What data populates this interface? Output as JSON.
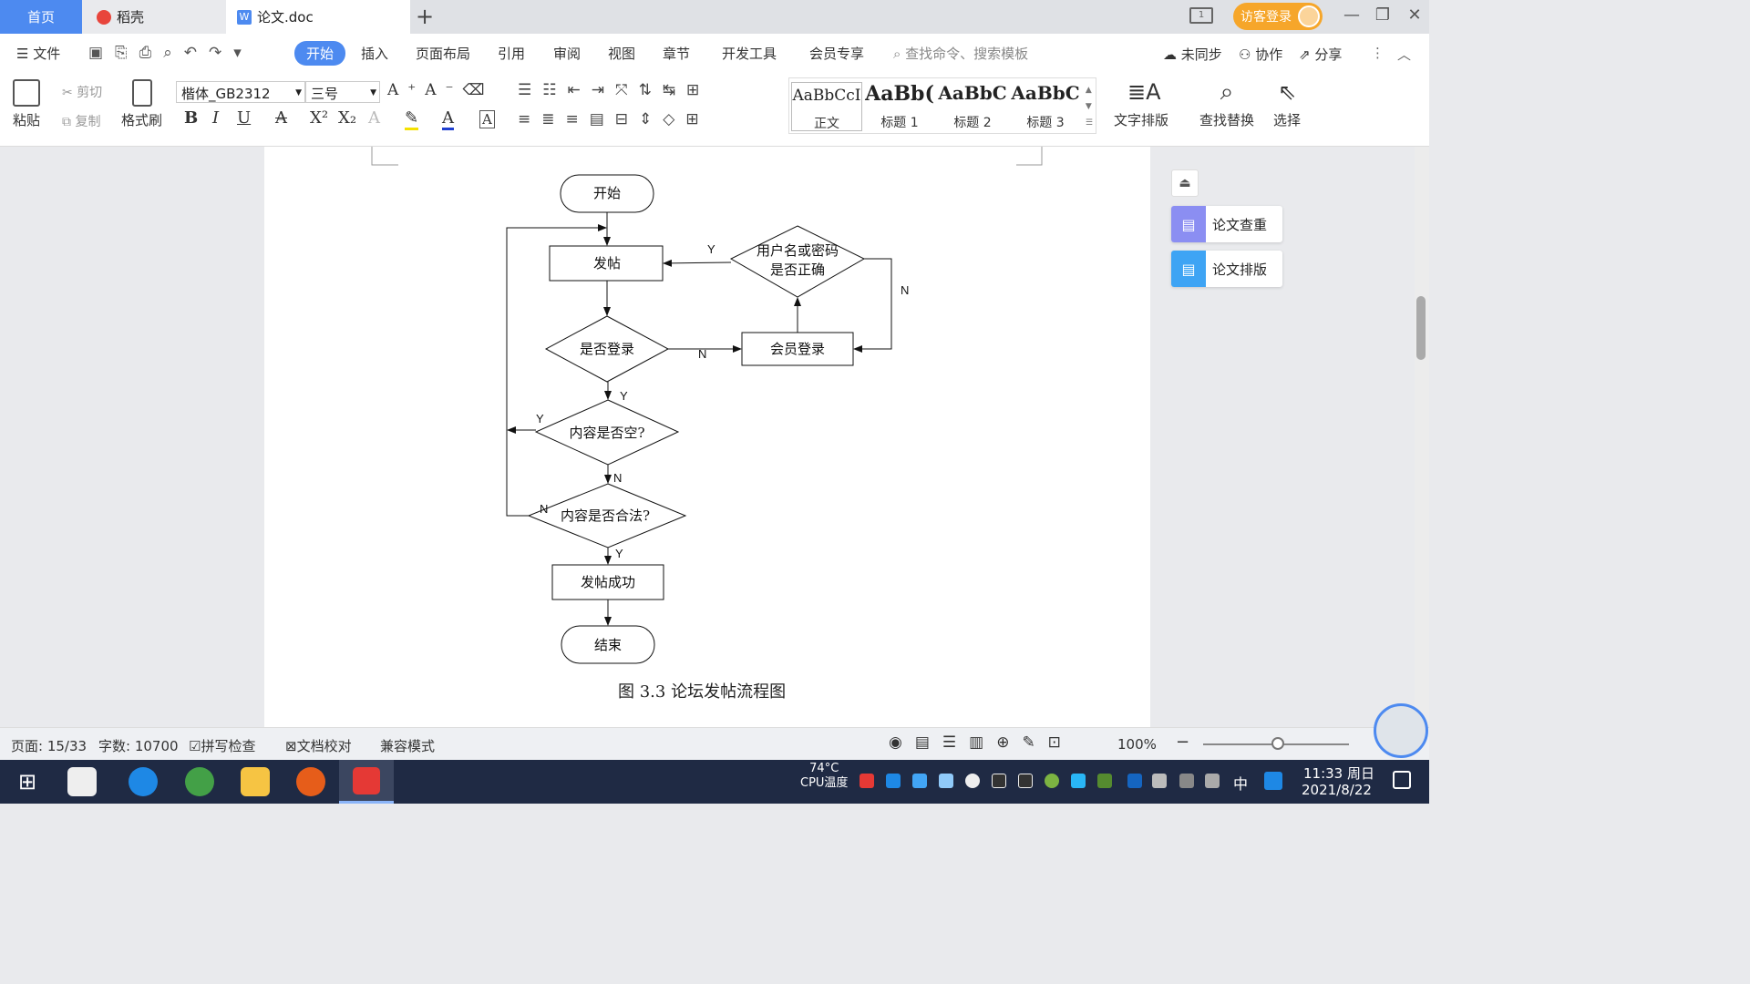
{
  "tabs": {
    "home": "首页",
    "daoke": "稻壳",
    "doc": "论文.doc",
    "add": "+"
  },
  "header": {
    "layout_badge": "1",
    "visitor_login": "访客登录"
  },
  "menu": {
    "file": "文件",
    "items": [
      "开始",
      "插入",
      "页面布局",
      "引用",
      "审阅",
      "视图",
      "章节",
      "开发工具",
      "会员专享"
    ],
    "search_placeholder": "查找命令、搜索模板",
    "unsynced": "未同步",
    "collab": "协作",
    "share": "分享"
  },
  "ribbon": {
    "paste": "粘贴",
    "cut": "剪切",
    "copy": "复制",
    "format_painter": "格式刷",
    "font_name": "楷体_GB2312",
    "font_size": "三号",
    "styles": [
      {
        "preview": "AaBbCcI",
        "name": "正文"
      },
      {
        "preview": "AaBb(",
        "name": "标题 1"
      },
      {
        "preview": "AaBbC",
        "name": "标题 2"
      },
      {
        "preview": "AaBbC",
        "name": "标题 3"
      }
    ],
    "text_layout": "文字排版",
    "find_replace": "查找替换",
    "select": "选择"
  },
  "flowchart": {
    "start": "开始",
    "post": "发帖",
    "check_login": "是否登录",
    "check_credentials_1": "用户名或密码",
    "check_credentials_2": "是否正确",
    "member_login": "会员登录",
    "content_empty": "内容是否空?",
    "content_legal": "内容是否合法?",
    "post_success": "发帖成功",
    "end": "结束",
    "label_y": "Y",
    "label_n": "N"
  },
  "caption": "图 3.3  论坛发帖流程图",
  "side_panel": {
    "plagiarism_check": "论文查重",
    "paper_layout": "论文排版"
  },
  "status": {
    "page": "页面: 15/33",
    "words": "字数: 10700",
    "spell_check": "拼写检查",
    "doc_proof": "文档校对",
    "compat_mode": "兼容模式",
    "zoom": "100%"
  },
  "taskbar": {
    "cpu_temp": "74°C",
    "cpu_label": "CPU温度",
    "ime": "中",
    "time": "11:33 周日",
    "date": "2021/8/22"
  },
  "colors": {
    "accent": "#4d8af0",
    "visitor": "#f6a62a",
    "taskbar": "#1f2a44"
  }
}
